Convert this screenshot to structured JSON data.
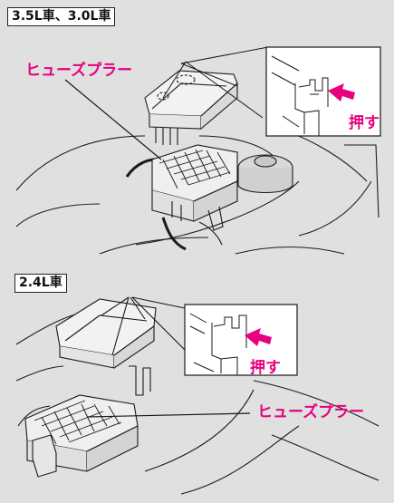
{
  "top_section": {
    "heading": "3.5L車、3.0L車",
    "fuse_puller_label": "ヒューズプラー",
    "push_label": "押す"
  },
  "bottom_section": {
    "heading": "2.4L車",
    "fuse_puller_label": "ヒューズプラー",
    "push_label": "押す"
  },
  "colors": {
    "background": "#e0e0e0",
    "callout_text": "#e8007f",
    "push_arrow": "#e8007f",
    "line_art": "#1a1a1a"
  },
  "icons": [
    "push-arrow-icon",
    "fuse-puller-detail"
  ]
}
